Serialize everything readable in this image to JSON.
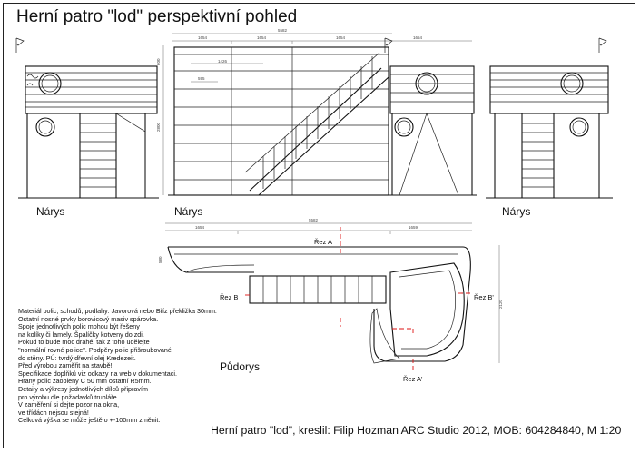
{
  "title": "Herní patro \"lod\" perspektivní pohled",
  "views": {
    "front_left": "Nárys",
    "front_center": "Nárys",
    "front_right": "Nárys",
    "plan": "Půdorys"
  },
  "dimensions": {
    "total_width": "5582",
    "segment_left": "1654",
    "segment_mid": "1654",
    "segment_right": "1654",
    "inner_1": "1426",
    "inner_2": "595",
    "height_1": "600",
    "height_2": "2800",
    "plan_left": "1654",
    "plan_right": "1659",
    "plan_depth": "2120",
    "plan_side": "580"
  },
  "sections": {
    "a": "Řez A",
    "a_prime": "Řez A'",
    "b": "Řez B",
    "b_prime": "Řez B'"
  },
  "notes": [
    "Materiál polic, schodů, podlahy: Javorová nebo Bříz překližka 30mm.",
    "Ostatní nosné prvky borovicový masiv spárovka.",
    "Spoje jednotlivých polic mohou být řešeny",
    "na kolíky či lamely. Špalíčky kotveny do zdi.",
    "Pokud to bude moc drahé, tak z toho udělejte",
    "\"normální rovné police\". Podpěry polic přišroubované",
    "do stěny. PÚ: tvrdý dřevní olej Kredezeit.",
    "Před výrobou zaměřit na stavbě!",
    "Specifikace doplňků viz odkazy na web v dokumentaci.",
    "Hrany polic zaobleny C 50 mm ostatní R5mm.",
    "Detaily a výkresy jednotlivých dílců připravím",
    "pro výrobu dle požadavků truhláře.",
    "V zaměření si dejte pozor na okna,",
    "ve třídách nejsou stejná!",
    "Celková výška se může ještě o +-100mm změnit."
  ],
  "footer": "Herní patro \"lod\", kreslil: Filip Hozman ARC Studio 2012, MOB: 604284840, M 1:20"
}
